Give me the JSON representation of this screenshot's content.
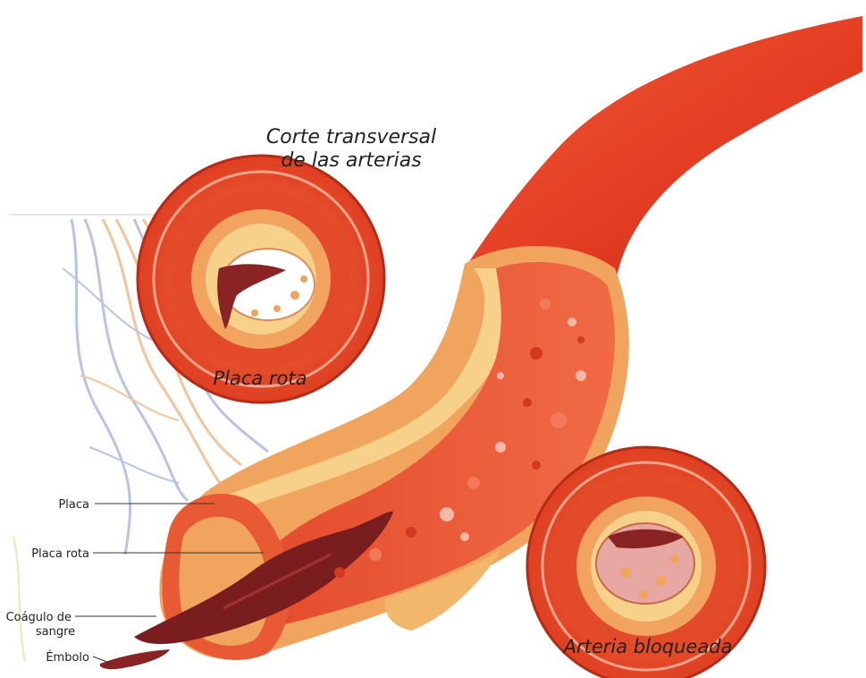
{
  "title": {
    "line1": "Corte transversal",
    "line2": "de las arterias"
  },
  "cross_sections": {
    "ruptured": {
      "caption": "Placa rota"
    },
    "blocked": {
      "caption": "Arteria bloqueada"
    }
  },
  "callouts": {
    "placa": "Placa",
    "placa_rota": "Placa rota",
    "coagulo_line1": "Coágulo de",
    "coagulo_line2": "sangre",
    "embolo": "Émbolo"
  },
  "colors": {
    "artery": "#e8452a",
    "artery_dark": "#c9311c",
    "wall": "#f4b06a",
    "plaque": "#f7d089",
    "clot": "#7a1d1f",
    "vessel_blue": "#b9c3e8",
    "vessel_peach": "#f5c49a"
  }
}
